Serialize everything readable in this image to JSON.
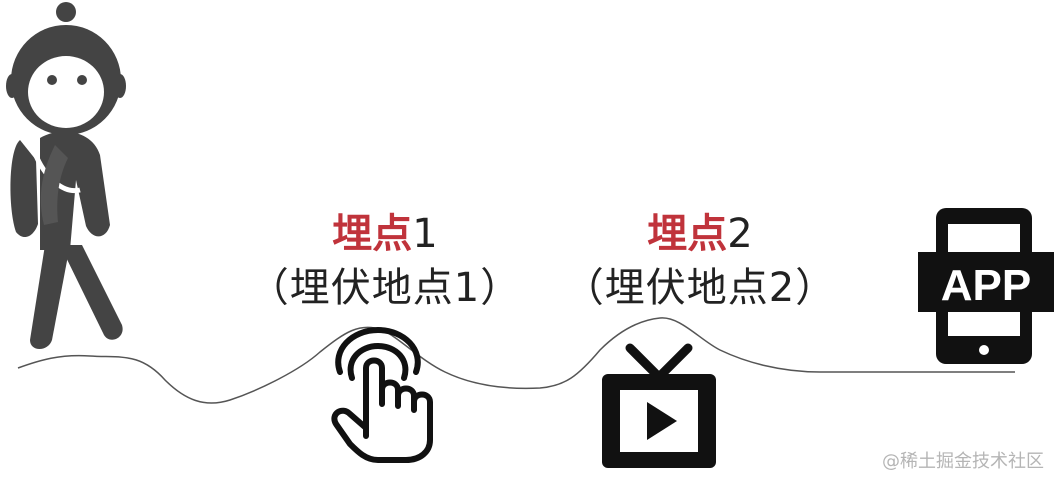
{
  "point1": {
    "title_red": "埋点",
    "title_num": "1",
    "subtitle": "（埋伏地点1）"
  },
  "point2": {
    "title_red": "埋点",
    "title_num": "2",
    "subtitle": "（埋伏地点2）"
  },
  "app_label": "APP",
  "watermark": "@稀土掘金技术社区",
  "colors": {
    "accent_red": "#c0333b",
    "icon_dark": "#111111",
    "figure_gray": "#444444"
  },
  "icons": [
    "walking-person-icon",
    "tap-hand-icon",
    "tv-play-icon",
    "mobile-app-icon"
  ]
}
